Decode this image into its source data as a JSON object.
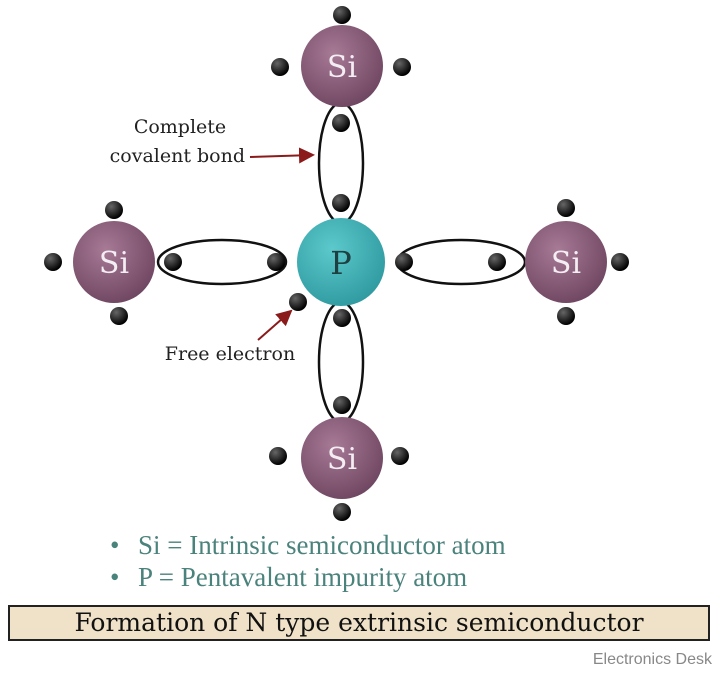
{
  "atoms": {
    "si": "Si",
    "p": "P"
  },
  "annotations": {
    "bond_line1": "Complete",
    "bond_line2": "covalent bond",
    "free_electron": "Free electron"
  },
  "legend": [
    {
      "bullet": "•",
      "text": "Si = Intrinsic semiconductor atom"
    },
    {
      "bullet": "•",
      "text": "P = Pentavalent impurity atom"
    }
  ],
  "title": "Formation of N type extrinsic semiconductor",
  "watermark": "Electronics Desk",
  "colors": {
    "si": "#8a5a78",
    "p": "#3fb3b8",
    "arrow": "#8b1a1a",
    "legend_text": "#4a827c",
    "title_bg": "#efe2c8"
  }
}
